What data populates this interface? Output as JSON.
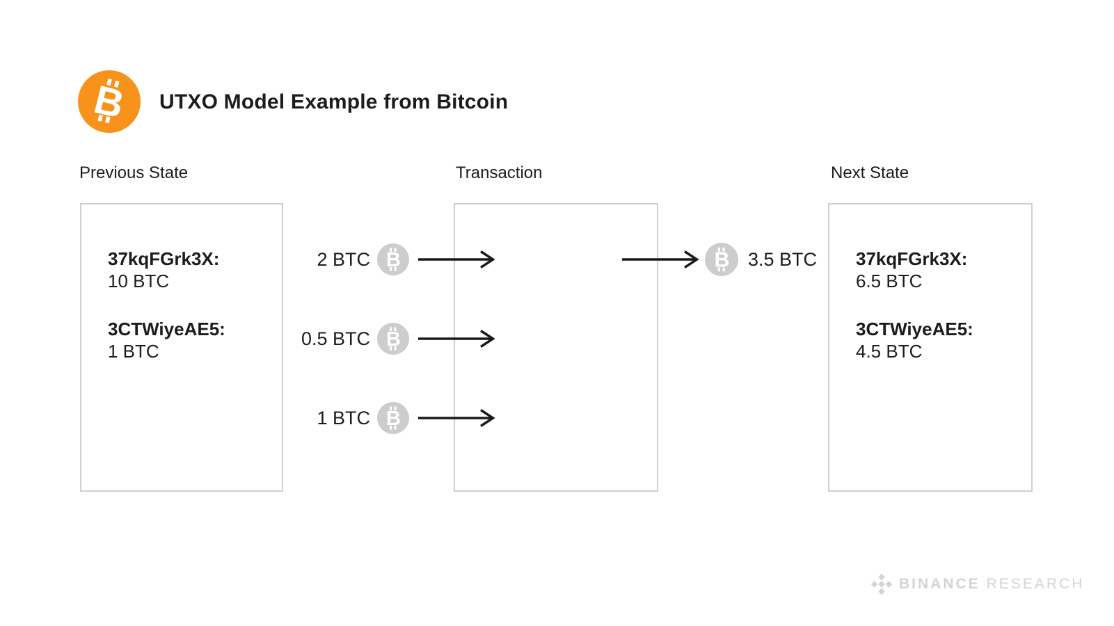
{
  "header": {
    "title": "UTXO Model Example from Bitcoin"
  },
  "sections": {
    "previous": {
      "label": "Previous State",
      "entries": [
        {
          "address": "37kqFGrk3X:",
          "amount": "10 BTC"
        },
        {
          "address": "3CTWiyeAE5:",
          "amount": "1 BTC"
        }
      ]
    },
    "transaction": {
      "label": "Transaction"
    },
    "next": {
      "label": "Next State",
      "entries": [
        {
          "address": "37kqFGrk3X:",
          "amount": "6.5 BTC"
        },
        {
          "address": "3CTWiyeAE5:",
          "amount": "4.5 BTC"
        }
      ]
    }
  },
  "inputs": [
    {
      "amount": "2 BTC"
    },
    {
      "amount": "0.5 BTC"
    },
    {
      "amount": "1 BTC"
    }
  ],
  "output": {
    "amount": "3.5 BTC"
  },
  "footer": {
    "brand": "BINANCE",
    "brand_suffix": "RESEARCH"
  },
  "icons": {
    "header": "bitcoin-logo-icon",
    "coin": "bitcoin-coin-icon",
    "arrow": "arrow-right-icon",
    "watermark": "binance-diamond-icon"
  },
  "colors": {
    "bitcoin_orange": "#f7931a",
    "coin_gray": "#cdcdcd",
    "border_gray": "#cfcfcf",
    "text": "#1c1c1c",
    "arrow": "#1a1a1a",
    "watermark": "#d4d4d6"
  }
}
